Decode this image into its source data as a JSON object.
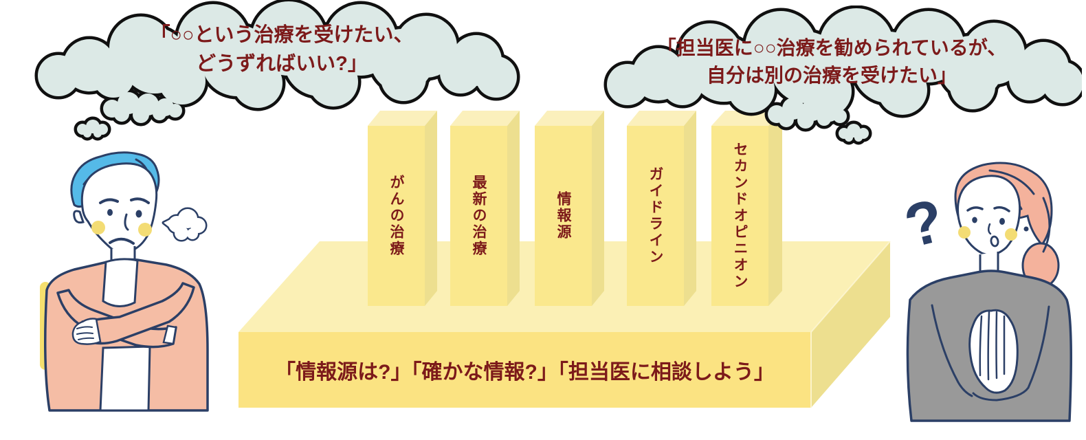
{
  "illustration": {
    "title_domain": "cancer-treatment-information-concept",
    "left_thought": {
      "line1": "「○○という治療を受けたい、",
      "line2": "どうずればいい?」"
    },
    "right_thought": {
      "line1": "「担当医に○○治療を勧められているが、",
      "line2": "自分は別の治療を受けたい」"
    },
    "pillars": [
      {
        "label": "がんの治療"
      },
      {
        "label": "最新の治療"
      },
      {
        "label": "情報源"
      },
      {
        "label": "ガイドライン"
      },
      {
        "label": "セカンドオピニオン"
      }
    ],
    "base": {
      "caption": "「情報源は?」「確かな情報?」「担当医に相談しよう」"
    },
    "woman": {
      "question_mark": "?"
    },
    "colors": {
      "text_maroon": "#7C1A1A",
      "cloud_fill": "#DCE9E6",
      "cloud_outline": "#101010",
      "navy_line": "#2B3F66",
      "block_front": "#FBE382",
      "block_top": "#FBF0B5",
      "block_side": "#EDDF8F",
      "man_hair_blue": "#55BAE8",
      "man_cardigan_peach": "#F5BDA5",
      "woman_hair_peach": "#F4B29C",
      "woman_sweater_gray": "#999999",
      "cheek_yellow": "#F3DC74",
      "accent_yellow": "#F5DF6E"
    }
  }
}
